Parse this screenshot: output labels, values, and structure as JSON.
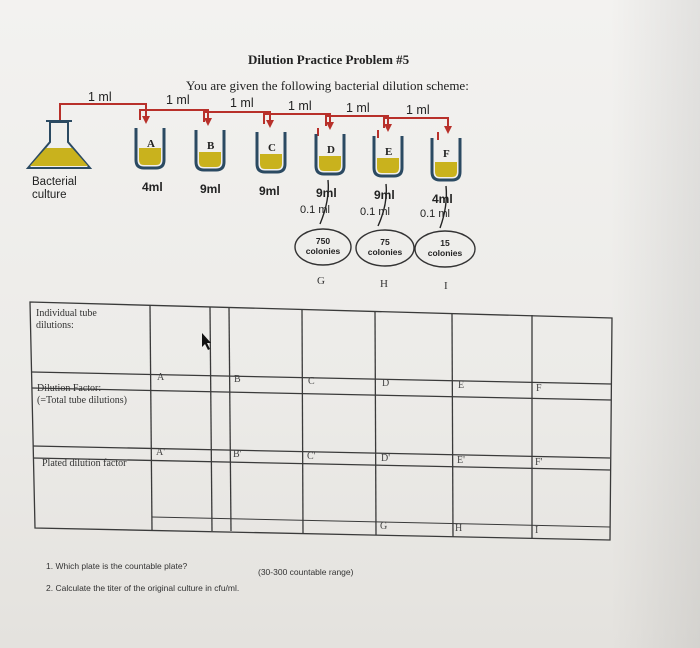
{
  "title": "Dilution Practice Problem #5",
  "subtitle": "You are given the following bacterial dilution scheme:",
  "transfer_labels": [
    "1 ml",
    "1 ml",
    "1 ml",
    "1 ml",
    "1 ml",
    "1 ml"
  ],
  "culture_label_line1": "Bacterial",
  "culture_label_line2": "culture",
  "tubes": [
    {
      "letter": "A",
      "volume": "4ml"
    },
    {
      "letter": "B",
      "volume": "9ml"
    },
    {
      "letter": "C",
      "volume": "9ml"
    },
    {
      "letter": "D",
      "volume": "9ml"
    },
    {
      "letter": "E",
      "volume": "9ml"
    },
    {
      "letter": "F",
      "volume": "4ml"
    }
  ],
  "plated_volumes": [
    "0.1 ml",
    "0.1 ml",
    "0.1 ml"
  ],
  "plates": [
    {
      "count": "750",
      "unit": "colonies",
      "letter": "G"
    },
    {
      "count": "75",
      "unit": "colonies",
      "letter": "H"
    },
    {
      "count": "15",
      "unit": "colonies",
      "letter": "I"
    }
  ],
  "table": {
    "row1_label": "Individual tube dilutions:",
    "row2_label_line1": "Dilution Factor:",
    "row2_label_line2": "(=Total tube dilutions)",
    "row3_label": "Plated dilution factor",
    "row1_letters": [
      "A",
      "B",
      "C",
      "D",
      "E",
      "F"
    ],
    "row2_letters": [
      "A'",
      "B'",
      "C'",
      "D'",
      "E'",
      "F'"
    ],
    "row3_letters": [
      "G",
      "H",
      "I"
    ]
  },
  "questions": {
    "q1": "1. Which plate is the countable plate?",
    "q1_note": "(30-300 countable range)",
    "q2": "2. Calculate the titer of the original culture in cfu/ml."
  },
  "colors": {
    "liquid": "#c9b21d",
    "arrow": "#b8302a",
    "outline": "#2b4a62",
    "grid": "#3a3a3a"
  }
}
